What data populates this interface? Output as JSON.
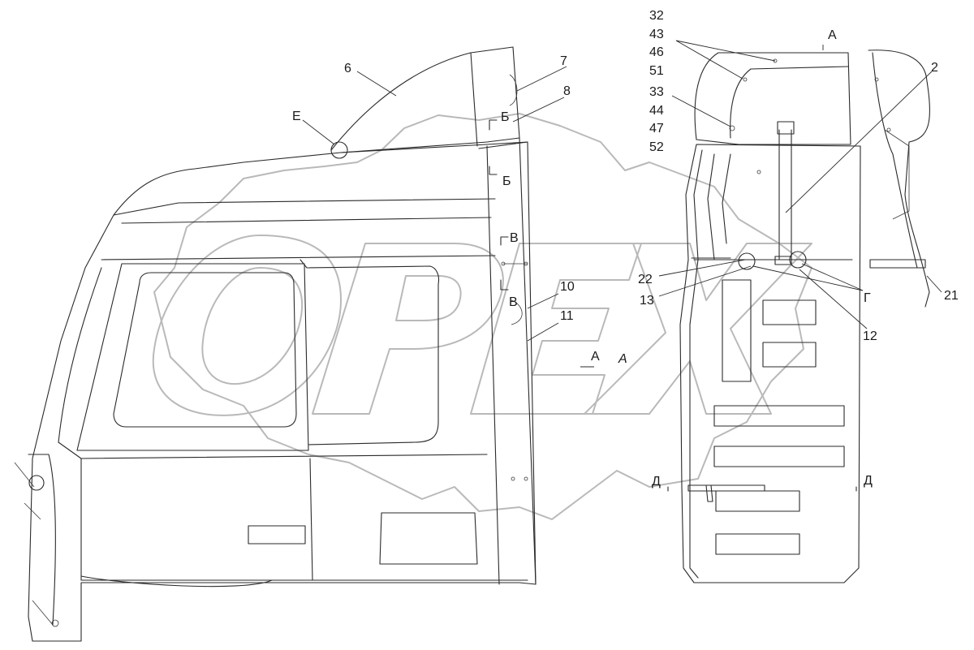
{
  "callouts": {
    "c6": "6",
    "c7": "7",
    "c8": "8",
    "cE": "Е",
    "c10": "10",
    "c11": "11",
    "cA_side": "А",
    "cA_side_italic": "А",
    "secB1": "Б",
    "secB2": "Б",
    "secV1": "В",
    "secV2": "В",
    "c32": "32",
    "c43": "43",
    "c46": "46",
    "c51": "51",
    "c33": "33",
    "c44": "44",
    "c47": "47",
    "c52": "52",
    "cA_top": "А",
    "c2": "2",
    "c22": "22",
    "c13": "13",
    "c12": "12",
    "cG": "Г",
    "c21": "21",
    "secD1": "Д",
    "secD2": "Д"
  },
  "watermark": {
    "text": "OPEX",
    "color": "#b9b9b9"
  },
  "colors": {
    "line": "#2a2a2a",
    "background": "#ffffff"
  }
}
